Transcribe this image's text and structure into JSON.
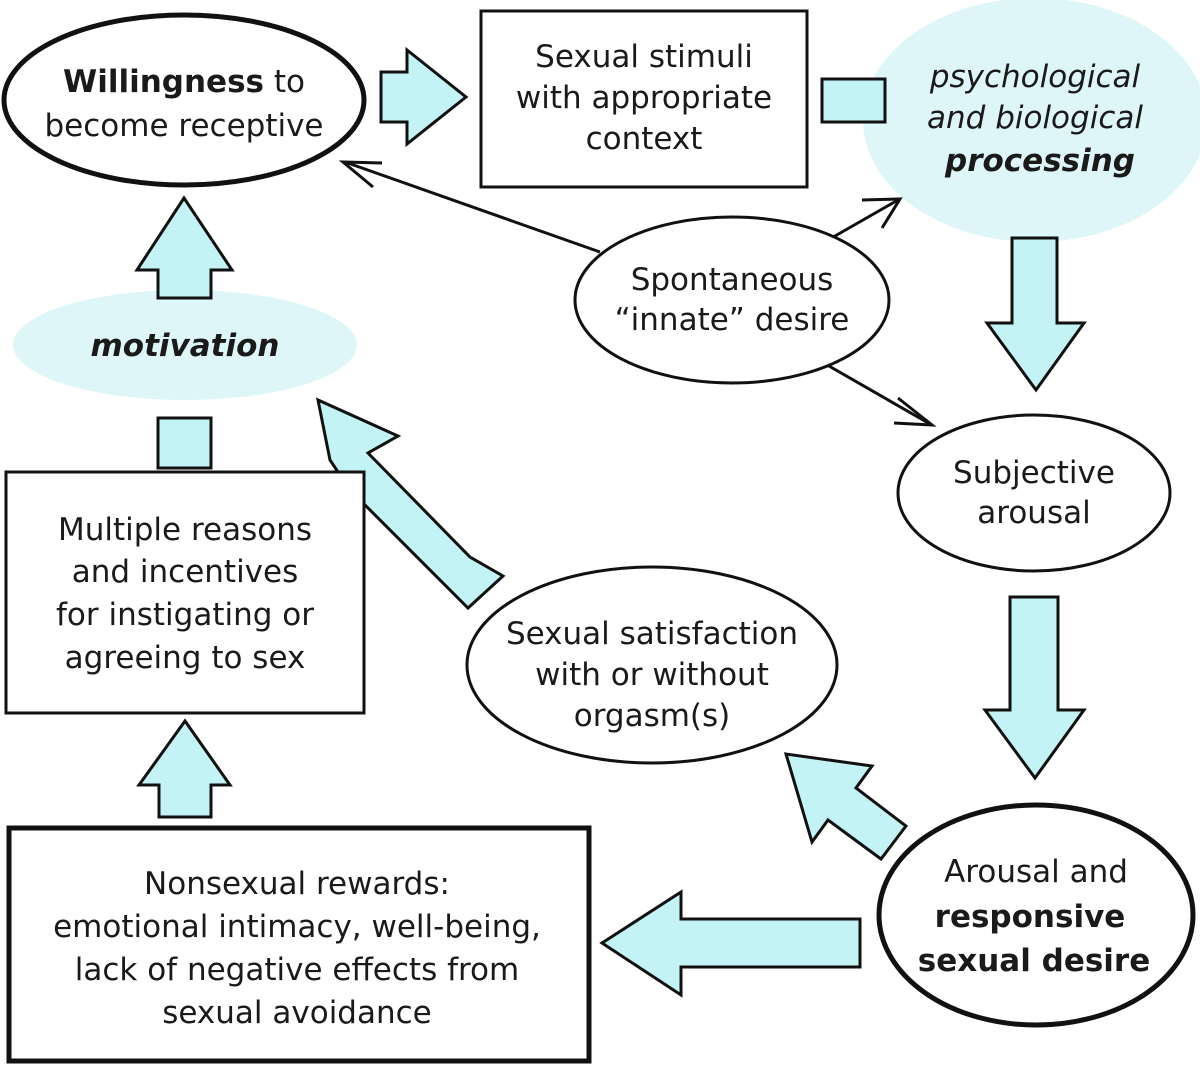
{
  "nodes": {
    "willingness": {
      "bold": "Willingness",
      "rest": " to",
      "line2": "become receptive"
    },
    "stimuli": {
      "line1": "Sexual stimuli",
      "line2": "with appropriate",
      "line3": "context"
    },
    "processing": {
      "line1": "psychological",
      "line2": "and biological",
      "line3": "processing"
    },
    "spontaneous": {
      "line1": "Spontaneous",
      "line2": "“innate” desire"
    },
    "subjective": {
      "line1": "Subjective",
      "line2": "arousal"
    },
    "motivation": {
      "label": "motivation"
    },
    "reasons": {
      "line1": "Multiple reasons",
      "line2": "and incentives",
      "line3": "for instigating or",
      "line4": "agreeing to sex"
    },
    "satisfaction": {
      "line1": "Sexual satisfaction",
      "line2": "with or without",
      "line3": "orgasm(s)"
    },
    "responsive": {
      "line1": "Arousal and",
      "line2": "responsive",
      "line3": "sexual desire"
    },
    "nonsexual": {
      "line1": "Nonsexual rewards:",
      "line2": "emotional intimacy, well-being,",
      "line3": "lack of negative effects from",
      "line4": "sexual avoidance"
    }
  },
  "colors": {
    "arrow_fill": "#c4f3f6",
    "blob_fill": "#def6f8",
    "stroke": "#111111"
  }
}
